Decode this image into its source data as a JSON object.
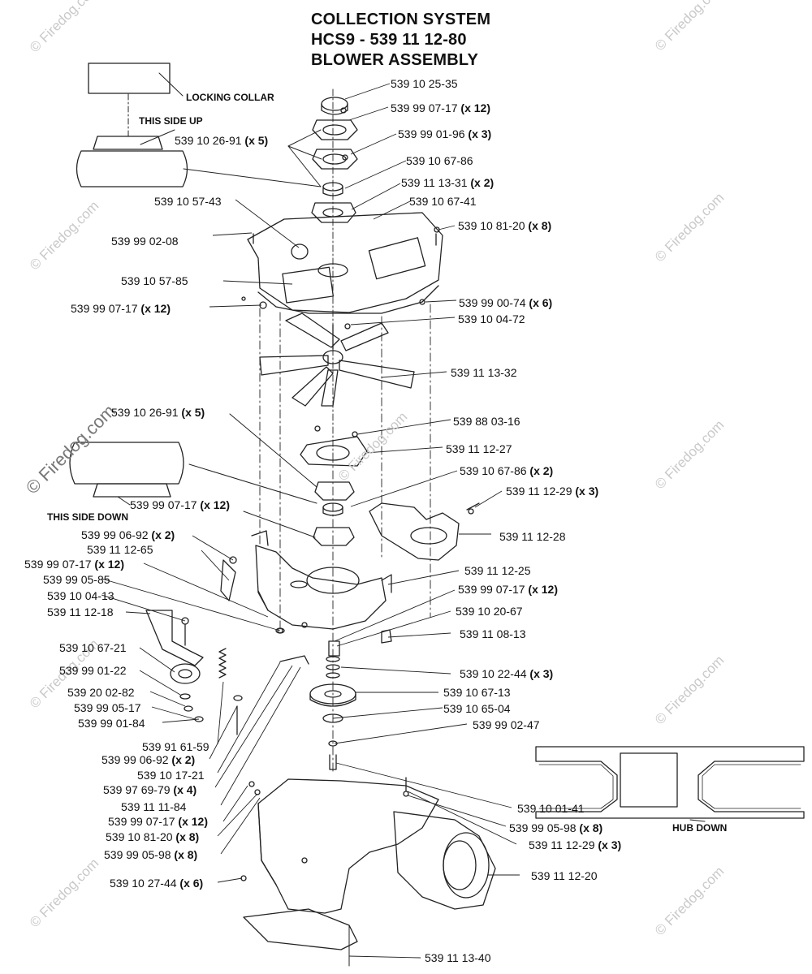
{
  "title": {
    "line1": "COLLECTION SYSTEM",
    "line2": "HCS9 - 539 11 12-80",
    "line3": "BLOWER ASSEMBLY"
  },
  "notes": {
    "locking_collar": "LOCKING COLLAR",
    "this_side_up": "THIS SIDE UP",
    "this_side_down": "THIS SIDE DOWN",
    "hub_down": "HUB DOWN"
  },
  "watermark": "© Firedog.com",
  "parts": [
    {
      "id": "p01",
      "num": "539 10 25-35",
      "qty": ""
    },
    {
      "id": "p02",
      "num": "539 99 07-17",
      "qty": "(x 12)"
    },
    {
      "id": "p03",
      "num": "539 99 01-96",
      "qty": "(x 3)"
    },
    {
      "id": "p04",
      "num": "539 10 26-91",
      "qty": "(x 5)"
    },
    {
      "id": "p05",
      "num": "539 10 67-86",
      "qty": ""
    },
    {
      "id": "p06",
      "num": "539 11 13-31",
      "qty": "(x 2)"
    },
    {
      "id": "p07",
      "num": "539 10 57-43",
      "qty": ""
    },
    {
      "id": "p08",
      "num": "539 10 67-41",
      "qty": ""
    },
    {
      "id": "p09",
      "num": "539 10 81-20",
      "qty": "(x 8)"
    },
    {
      "id": "p10",
      "num": "539 99 02-08",
      "qty": ""
    },
    {
      "id": "p11",
      "num": "539 10 57-85",
      "qty": ""
    },
    {
      "id": "p12",
      "num": "539 99 07-17",
      "qty": "(x 12)"
    },
    {
      "id": "p13",
      "num": "539 99 00-74",
      "qty": "(x 6)"
    },
    {
      "id": "p14",
      "num": "539 10 04-72",
      "qty": ""
    },
    {
      "id": "p15",
      "num": "539 11 13-32",
      "qty": ""
    },
    {
      "id": "p16",
      "num": "539 10 26-91",
      "qty": "(x 5)"
    },
    {
      "id": "p17",
      "num": "539 88 03-16",
      "qty": ""
    },
    {
      "id": "p18",
      "num": "539 11 12-27",
      "qty": ""
    },
    {
      "id": "p19",
      "num": "539 10 67-86",
      "qty": "(x 2)"
    },
    {
      "id": "p20",
      "num": "539 11 12-29",
      "qty": "(x 3)"
    },
    {
      "id": "p21",
      "num": "539 99 07-17",
      "qty": "(x 12)"
    },
    {
      "id": "p22",
      "num": "539 11 12-28",
      "qty": ""
    },
    {
      "id": "p23",
      "num": "539 99 06-92",
      "qty": "(x 2)"
    },
    {
      "id": "p24",
      "num": "539 11 12-65",
      "qty": ""
    },
    {
      "id": "p25",
      "num": "539 99 07-17",
      "qty": "(x 12)"
    },
    {
      "id": "p26",
      "num": "539 11 12-25",
      "qty": ""
    },
    {
      "id": "p27",
      "num": "539 99 05-85",
      "qty": ""
    },
    {
      "id": "p28",
      "num": "539 99 07-17",
      "qty": "(x 12)"
    },
    {
      "id": "p29",
      "num": "539 10 04-13",
      "qty": ""
    },
    {
      "id": "p30",
      "num": "539 10 20-67",
      "qty": ""
    },
    {
      "id": "p31",
      "num": "539 11 12-18",
      "qty": ""
    },
    {
      "id": "p32",
      "num": "539 11 08-13",
      "qty": ""
    },
    {
      "id": "p33",
      "num": "539 10 67-21",
      "qty": ""
    },
    {
      "id": "p34",
      "num": "539 99 01-22",
      "qty": ""
    },
    {
      "id": "p35",
      "num": "539 10 22-44",
      "qty": "(x 3)"
    },
    {
      "id": "p36",
      "num": "539 20 02-82",
      "qty": ""
    },
    {
      "id": "p37",
      "num": "539 10 67-13",
      "qty": ""
    },
    {
      "id": "p38",
      "num": "539 99 05-17",
      "qty": ""
    },
    {
      "id": "p39",
      "num": "539 10 65-04",
      "qty": ""
    },
    {
      "id": "p40",
      "num": "539 99 01-84",
      "qty": ""
    },
    {
      "id": "p41",
      "num": "539 99 02-47",
      "qty": ""
    },
    {
      "id": "p42",
      "num": "539 91 61-59",
      "qty": ""
    },
    {
      "id": "p43",
      "num": "539 99 06-92",
      "qty": "(x 2)"
    },
    {
      "id": "p44",
      "num": "539 10 17-21",
      "qty": ""
    },
    {
      "id": "p45",
      "num": "539 97 69-79",
      "qty": "(x 4)"
    },
    {
      "id": "p46",
      "num": "539 11 11-84",
      "qty": ""
    },
    {
      "id": "p47",
      "num": "539 10 01-41",
      "qty": ""
    },
    {
      "id": "p48",
      "num": "539 99 07-17",
      "qty": "(x 12)"
    },
    {
      "id": "p49",
      "num": "539 99 05-98",
      "qty": "(x 8)"
    },
    {
      "id": "p50",
      "num": "539 10 81-20",
      "qty": "(x 8)"
    },
    {
      "id": "p51",
      "num": "539 11 12-29",
      "qty": "(x 3)"
    },
    {
      "id": "p52",
      "num": "539 99 05-98",
      "qty": "(x 8)"
    },
    {
      "id": "p53",
      "num": "539 11 12-20",
      "qty": ""
    },
    {
      "id": "p54",
      "num": "539 10 27-44",
      "qty": "(x 6)"
    },
    {
      "id": "p55",
      "num": "539 11 13-40",
      "qty": ""
    }
  ]
}
